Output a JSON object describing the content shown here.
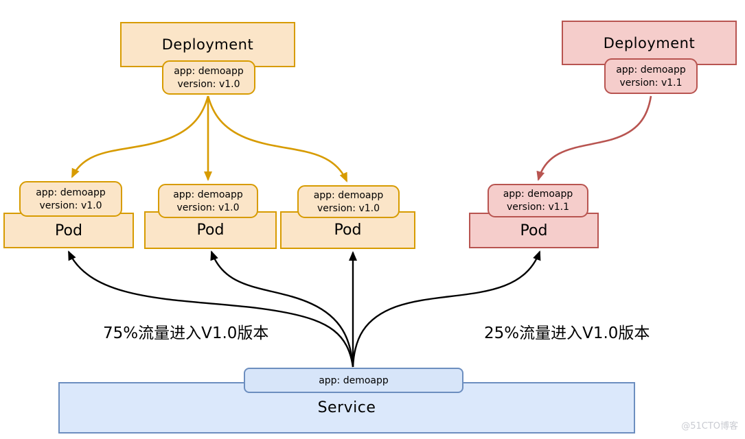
{
  "colors": {
    "orange_border": "#D79B00",
    "orange_fill": "#FBE5C8",
    "red_border": "#B85450",
    "red_fill": "#F5CDCB",
    "blue_border": "#6C8EBF",
    "blue_fill": "#DBE8FB",
    "blue_pill_fill": "#D7E5F9",
    "arrow_black": "#000000",
    "text": "#000000",
    "watermark": "#C9CBD1"
  },
  "deployments": [
    {
      "title": "Deployment",
      "labels": [
        "app: demoapp",
        "version: v1.0"
      ],
      "theme": "orange"
    },
    {
      "title": "Deployment",
      "labels": [
        "app: demoapp",
        "version: v1.1"
      ],
      "theme": "red"
    }
  ],
  "pods": [
    {
      "title": "Pod",
      "labels": [
        "app: demoapp",
        "version: v1.0"
      ],
      "theme": "orange"
    },
    {
      "title": "Pod",
      "labels": [
        "app: demoapp",
        "version: v1.0"
      ],
      "theme": "orange"
    },
    {
      "title": "Pod",
      "labels": [
        "app: demoapp",
        "version: v1.0"
      ],
      "theme": "orange"
    },
    {
      "title": "Pod",
      "labels": [
        "app: demoapp",
        "version: v1.1"
      ],
      "theme": "red"
    }
  ],
  "service": {
    "title": "Service",
    "selector": "app: demoapp"
  },
  "annotations": {
    "left": "75%流量进入V1.0版本",
    "right": "25%流量进入V1.0版本"
  },
  "watermark": "@51CTO博客"
}
